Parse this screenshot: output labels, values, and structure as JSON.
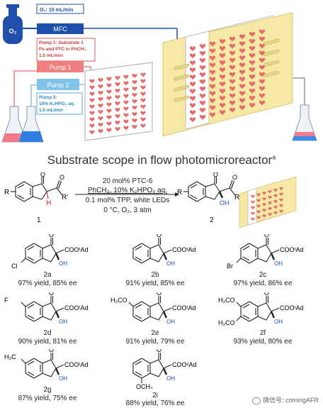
{
  "setup": {
    "gas_label": "O₂",
    "flow_rate": "O₂: 10 mL/min",
    "mfc_label": "MFC",
    "pump1_desc": [
      "Pump 1: Substrate 1",
      "Ps and PTC in PhCH₃",
      "1.5 mL/min"
    ],
    "pump1_label": "Pump 1",
    "pump2_label": "Pump 2",
    "pump2_desc": [
      "Pump 2:",
      "10% K₂HPO₄ aq.",
      "1.5 mL/min"
    ]
  },
  "title": "Substrate scope in flow photomicroreactor",
  "title_sup": "a",
  "reaction": {
    "conditions": [
      "20 mol% PTC-6",
      "PhCH₃, 10% K₂HPO₄ aq.",
      "0.1 mol% TPP, white LEDs",
      "0 °C, O₂, 3 atm"
    ],
    "reactant_number": "1",
    "product_number": "2",
    "r_label": "R",
    "rprime": "R'"
  },
  "products": [
    {
      "id": "2a",
      "result": "97% yield, 85% ee",
      "substituent": "Cl",
      "ester": "COOᵗAd"
    },
    {
      "id": "2b",
      "result": "91% yield, 85% ee",
      "substituent": "",
      "ester": "COOᵗAd"
    },
    {
      "id": "2c",
      "result": "97% yield, 86% ee",
      "substituent": "Br",
      "ester": "COOᵗAd"
    },
    {
      "id": "2d",
      "result": "90% yield, 81% ee",
      "substituent": "F",
      "ester": "COOᵗAd"
    },
    {
      "id": "2e",
      "result": "91% yield, 79% ee",
      "substituent": "H₃CO",
      "ester": "COOᵗAd"
    },
    {
      "id": "2f",
      "result": "93% yield, 80% ee",
      "substituent": "H₃CO",
      "ester": "COOᵗAd"
    },
    {
      "id": "2g",
      "result": "87% yield, 75% ee",
      "substituent": "H₃C",
      "ester": "COOᵗAd"
    },
    {
      "id": "2i",
      "result": "88% yield, 76% ee",
      "substituent": "OCH₃",
      "ester": "COO²Ad"
    }
  ],
  "oh": "OH",
  "h": "H",
  "o": "O",
  "watermark": "微信号: comingAFR",
  "colors": {
    "blue": "#1f4fa8",
    "pump1": "#f08080",
    "pump2": "#7fc4e8",
    "reactor": "#f6e9a6",
    "heart": "#e46b6b"
  }
}
